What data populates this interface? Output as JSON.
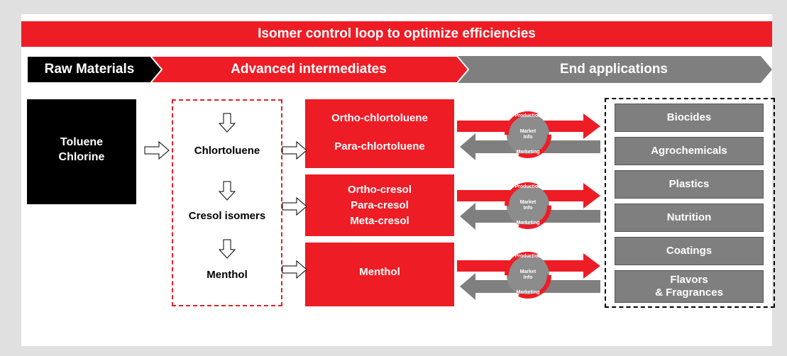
{
  "banner": "Isomer control loop to optimize efficiencies",
  "stages": {
    "raw": "Raw Materials",
    "advanced": "Advanced intermediates",
    "end": "End applications"
  },
  "raw_materials": [
    "Toluene",
    "Chlorine"
  ],
  "intermediates": [
    "Chlortoluene",
    "Cresol isomers",
    "Menthol"
  ],
  "products": {
    "chlortoluene": [
      "Ortho-chlortoluene",
      "Para-chlortoluene"
    ],
    "cresol": [
      "Ortho-cresol",
      "Para-cresol",
      "Meta-cresol"
    ],
    "menthol": [
      "Menthol"
    ]
  },
  "cycle": {
    "top": "Production",
    "center_line1": "Market",
    "center_line2": "Info",
    "bottom": "Marketing"
  },
  "applications": [
    "Biocides",
    "Agrochemicals",
    "Plastics",
    "Nutrition",
    "Coatings",
    "Flavors",
    "& Fragrances"
  ],
  "colors": {
    "red": "#ee1c25",
    "gray": "#7f7f7f",
    "black": "#000000"
  }
}
